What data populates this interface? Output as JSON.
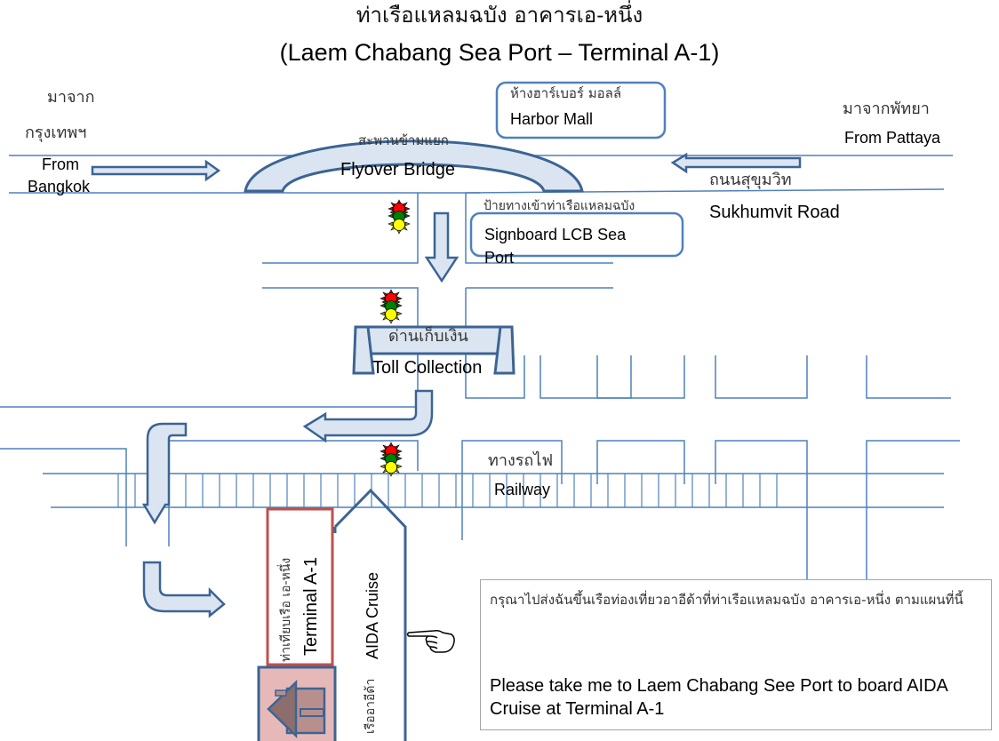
{
  "title": {
    "thai": "ท่าเรือแหลมฉบัง อาคารเอ-หนึ่ง",
    "english": "(Laem Chabang Sea Port – Terminal A-1)"
  },
  "from_bangkok": {
    "thai_line1": "มาจาก",
    "thai_line2": "กรุงเทพฯ",
    "english_line1": "From",
    "english_line2": "Bangkok"
  },
  "harbor_mall": {
    "thai": "ห้างฮาร์เบอร์ มอลล์",
    "english": "Harbor Mall"
  },
  "from_pattaya": {
    "thai": "มาจากพัทยา",
    "english": "From  Pattaya"
  },
  "flyover": {
    "thai": "สะพานข้ามแยก",
    "english": "Flyover Bridge"
  },
  "sukhumvit": {
    "thai": "ถนนสุขุมวิท",
    "english": "Sukhumvit Road"
  },
  "signboard": {
    "thai": "ป้ายทางเข้าท่าเรือแหลมฉบัง",
    "english_line1": "Signboard LCB Sea",
    "english_line2": "Port"
  },
  "toll": {
    "thai": "ด่านเก็บเงิน",
    "english": "Toll Collection"
  },
  "railway": {
    "thai": "ทางรถไฟ",
    "english": "Railway"
  },
  "terminal": {
    "thai": "ท่าเทียบเรือ เอ-หนึ่ง",
    "english": "Terminal A-1"
  },
  "ship": {
    "thai": "เรืออาอีด้า",
    "english": "AIDA Cruise"
  },
  "note": {
    "thai": "กรุณาไปส่งฉันขึ้นเรือท่องเที่ยวอาอีด้าที่ท่าเรือแหลมฉบัง อาคารเอ-หนึ่ง ตามแผนที่นี้",
    "english": "Please take me to Laem Chabang See Port to board AIDA Cruise at Terminal A-1"
  },
  "icons": {
    "traffic_light": "traffic-light-icon",
    "pointing_hand": "pointing-hand-icon",
    "building": "building-icon"
  },
  "colors": {
    "road_line": "#4f81bd",
    "arrow_fill": "#dbe5f1",
    "arrow_stroke": "#3c6494",
    "terminal_border": "#c0504d",
    "building_fill": "#e6b9b8",
    "light_red": "#ff0000",
    "light_green": "#008000",
    "light_yellow": "#ffff00"
  }
}
